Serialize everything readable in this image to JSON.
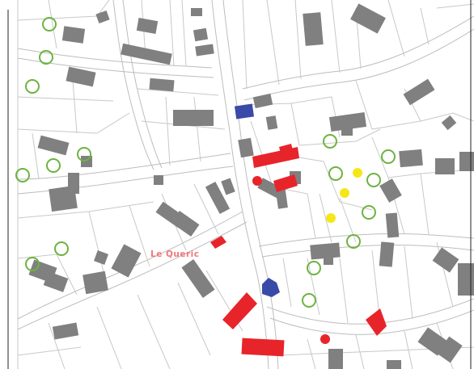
{
  "map": {
    "place_label": "Le Queric",
    "colors": {
      "background": "#ffffff",
      "parcel_line": "#c8c8c8",
      "building_gray": "#808080",
      "building_red": "#e8242b",
      "building_blue": "#3a4aa8",
      "tree_circle": "#6db33f",
      "yellow_point": "#f5e61a",
      "label_pink": "#f07878",
      "frame_border": "#222222"
    },
    "legend_semantics": {
      "gray_building": "existing-building",
      "red_building": "highlighted-building",
      "blue_building": "public-building",
      "green_circle": "tree",
      "yellow_dot": "point-of-interest",
      "red_dot": "marker"
    }
  }
}
